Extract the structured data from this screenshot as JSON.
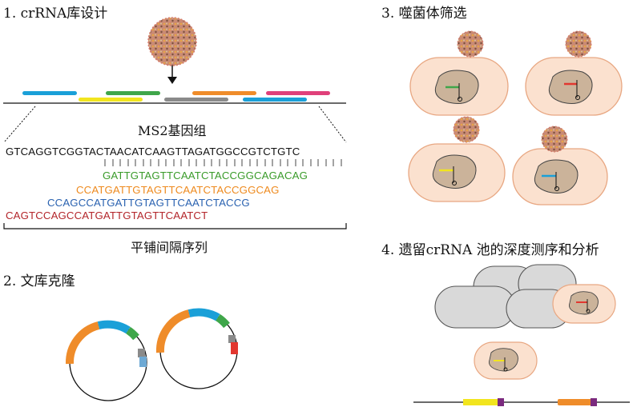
{
  "panels": {
    "p1": {
      "title": "1. crRNA库设计"
    },
    "p2": {
      "title": "2. 文库克隆"
    },
    "p3": {
      "title": "3. 噬菌体筛选"
    },
    "p4": {
      "title": "4. 遗留crRNA 池的深度测序和分析"
    }
  },
  "genome": {
    "label": "MS2基因组",
    "sequence": "GTCAGGTCGGTACTAACATCAAGTTAGATGGCCGTCTGTC",
    "tiles": [
      {
        "seq": "GATTGTAGTTCAATCTACCGGCAGACAG",
        "color": "#3a9b2a"
      },
      {
        "seq": "CCATGATTGTAGTTCAATCTACCGGCAG",
        "color": "#ee8a1e"
      },
      {
        "seq": "CCAGCCATGATTGTAGTTCAATCTACCG",
        "color": "#2a62b0"
      },
      {
        "seq": "CAGTCCAGCCATGATTGTAGTTCAATCT",
        "color": "#b3252a"
      }
    ],
    "tiling_label": "平铺间隔序列"
  },
  "colors": {
    "blue": "#1aa0d8",
    "green": "#3fa64a",
    "orange": "#ef8c2a",
    "red": "#e2372f",
    "yellow": "#f2e51e",
    "gray": "#8a8a8a",
    "magenta": "#e0407a",
    "cell_fill": "#fbe1cf",
    "cell_stroke": "#e8a782",
    "nucleoid": "#cbb39a"
  }
}
